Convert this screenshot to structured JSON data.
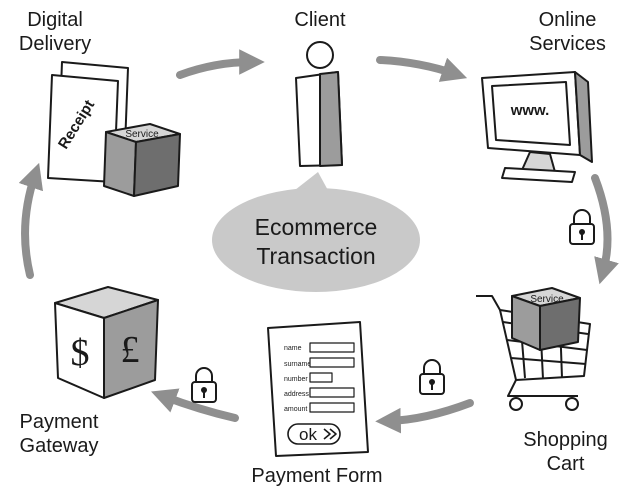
{
  "center": {
    "line1": "Ecommerce",
    "line2": "Transaction"
  },
  "nodes": {
    "client": {
      "label": "Client"
    },
    "online_services": {
      "line1": "Online",
      "line2": "Services",
      "screen_text": "www."
    },
    "shopping_cart": {
      "line1": "Shopping",
      "line2": "Cart",
      "box_text": "Service"
    },
    "payment_form": {
      "label": "Payment Form",
      "fields": [
        "name",
        "surname",
        "number",
        "address",
        "amount"
      ],
      "button": "ok"
    },
    "payment_gateway": {
      "line1": "Payment",
      "line2": "Gateway",
      "symbols": [
        "$",
        "£"
      ]
    },
    "digital_delivery": {
      "line1": "Digital",
      "line2": "Delivery",
      "receipt_text": "Receipt",
      "box_text": "Service"
    }
  },
  "icons": [
    "padlock-icon",
    "padlock-icon",
    "padlock-icon",
    "gray-arrow-icon"
  ],
  "colors": {
    "arrow": "#8f8f8f",
    "bubble": "#c9c9c9",
    "shade_dark": "#6e6e6e",
    "shade_mid": "#9c9c9c",
    "shade_light": "#d6d6d6"
  }
}
